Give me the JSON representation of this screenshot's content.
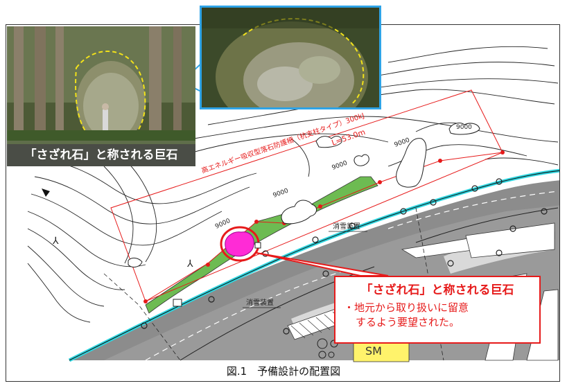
{
  "photos": {
    "left_caption": "「さざれ石」と称される巨石"
  },
  "callout": {
    "title": "「さざれ石」と称される巨石",
    "note_line1": "・地元から取り扱いに留意",
    "note_line2": "するよう要望された。"
  },
  "map": {
    "fence_label": "高エネルギー吸収型落石防護柵（杭支柱タイプ）300kJ",
    "fence_length": "L=53.0m",
    "snow_device_label_1": "消雪装置",
    "snow_device_label_2": "消雪装置",
    "dim_labels": [
      "9000",
      "9000",
      "9000",
      "9000",
      "9000"
    ]
  },
  "figure_caption": "図.1　予備設計の配置図",
  "colors": {
    "callout_red": "#e61a1a",
    "photo_border_blue": "#2ea3e6",
    "road_gray": "#8c8c8c",
    "embankment_green": "#6dbb52",
    "curb_cyan": "#2fd6e0",
    "boulder_magenta": "#ff2bd6",
    "building_yellow": "#fff36b"
  }
}
